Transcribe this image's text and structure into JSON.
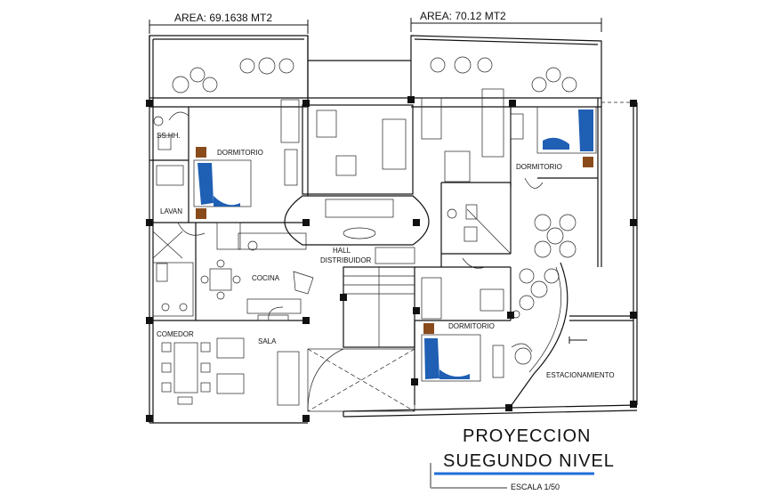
{
  "areas": {
    "left": "AREA: 69.1638 MT2",
    "right": "AREA: 70.12 MT2"
  },
  "rooms": {
    "ss_hh": "SS.HH.",
    "dormitorio_left": "DORMITORIO",
    "lavan": "LAVAN",
    "dormitorio_right": "DORMITORIO",
    "hall_1": "HALL",
    "hall_2": "DISTRIBUIDOR",
    "cocina": "COCINA",
    "comedor": "COMEDOR",
    "sala": "SALA",
    "dormitorio_bottom": "DORMITORIO",
    "estacionamiento": "ESTACIONAMIENTO"
  },
  "title": {
    "line1": "PROYECCION",
    "line2": "SUEGUNDO NIVEL",
    "scale": "ESCALA 1/50"
  },
  "colors": {
    "bed_accent": "#1f5fb4",
    "nightstand": "#8a4b1c",
    "title_underline": "#1e6fd9",
    "lines": "#111111"
  }
}
